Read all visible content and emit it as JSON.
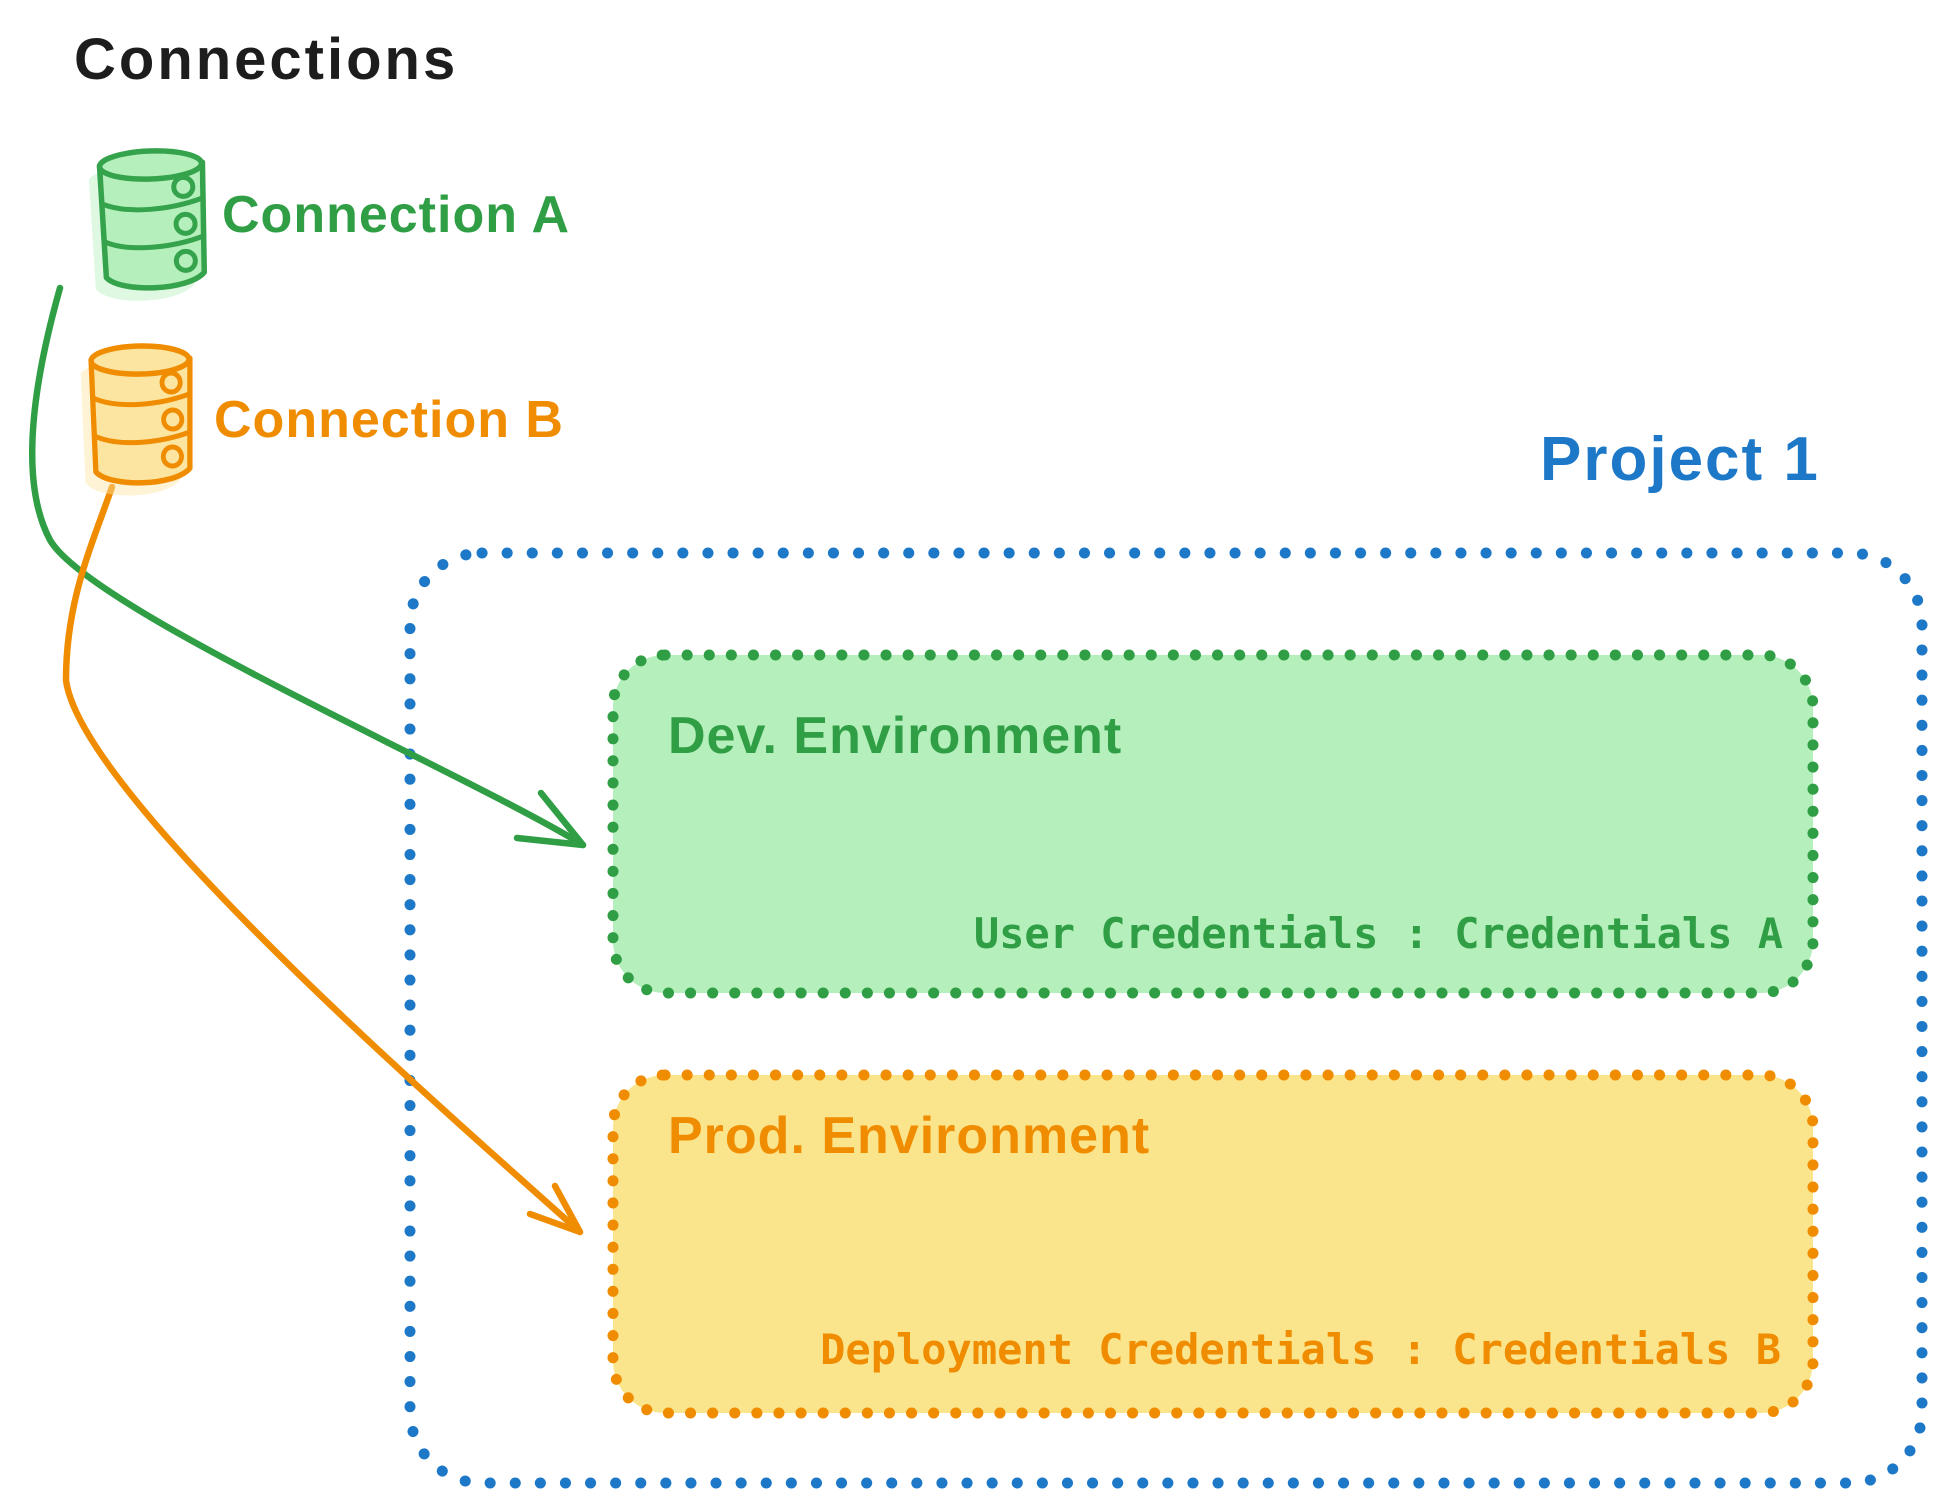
{
  "title": "Connections",
  "colors": {
    "ink": "#1d1d1d",
    "blue": "#1e78c8",
    "green": "#2f9e44",
    "green-icon": "#35a24c",
    "green-fill": "#b5efbc",
    "orange": "#f08c00",
    "yellow-fill": "#fbe58c",
    "yellow-icon-fill": "#fce5a0"
  },
  "legend": {
    "items": [
      {
        "id": "connection-a",
        "label": "Connection A",
        "icon": "database-cylinder-icon",
        "color": "#2f9e44"
      },
      {
        "id": "connection-b",
        "label": "Connection B",
        "icon": "database-cylinder-icon",
        "color": "#f08c00"
      }
    ]
  },
  "project": {
    "title": "Project 1",
    "environments": [
      {
        "id": "dev",
        "title": "Dev. Environment",
        "credentials_label": "User Credentials : Credentials A"
      },
      {
        "id": "prod",
        "title": "Prod. Environment",
        "credentials_label": "Deployment Credentials : Credentials B"
      }
    ]
  },
  "links": [
    {
      "from": "Connection A",
      "to": "Dev. Environment",
      "color": "#2f9e44"
    },
    {
      "from": "Connection B",
      "to": "Prod. Environment",
      "color": "#f08c00"
    }
  ]
}
